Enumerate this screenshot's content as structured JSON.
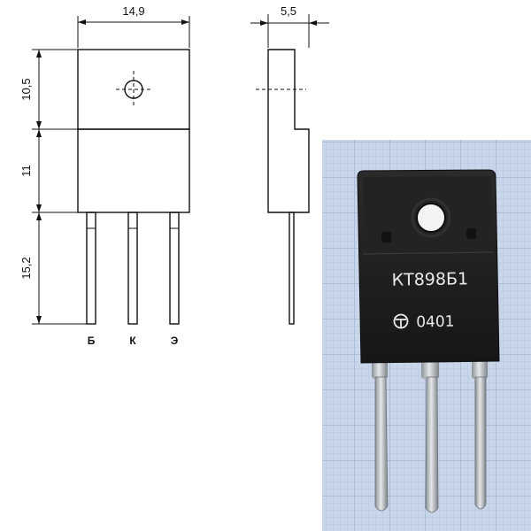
{
  "drawing": {
    "dimensions": {
      "width": "14,9",
      "depth": "5,5",
      "tab_height": "10,5",
      "body_height": "11",
      "lead_length": "15,2"
    },
    "pin_labels": [
      "Б",
      "К",
      "Э"
    ]
  },
  "photo": {
    "part_marking": "КТ898Б1",
    "date_code": "0401",
    "logo_icon": "manufacturer-logo-icon",
    "colors": {
      "grid_background": "#c9d6ea",
      "grid_line": "#8fa6cf",
      "package_body": "#1f1f1f",
      "lead": "#b9bec2"
    }
  }
}
